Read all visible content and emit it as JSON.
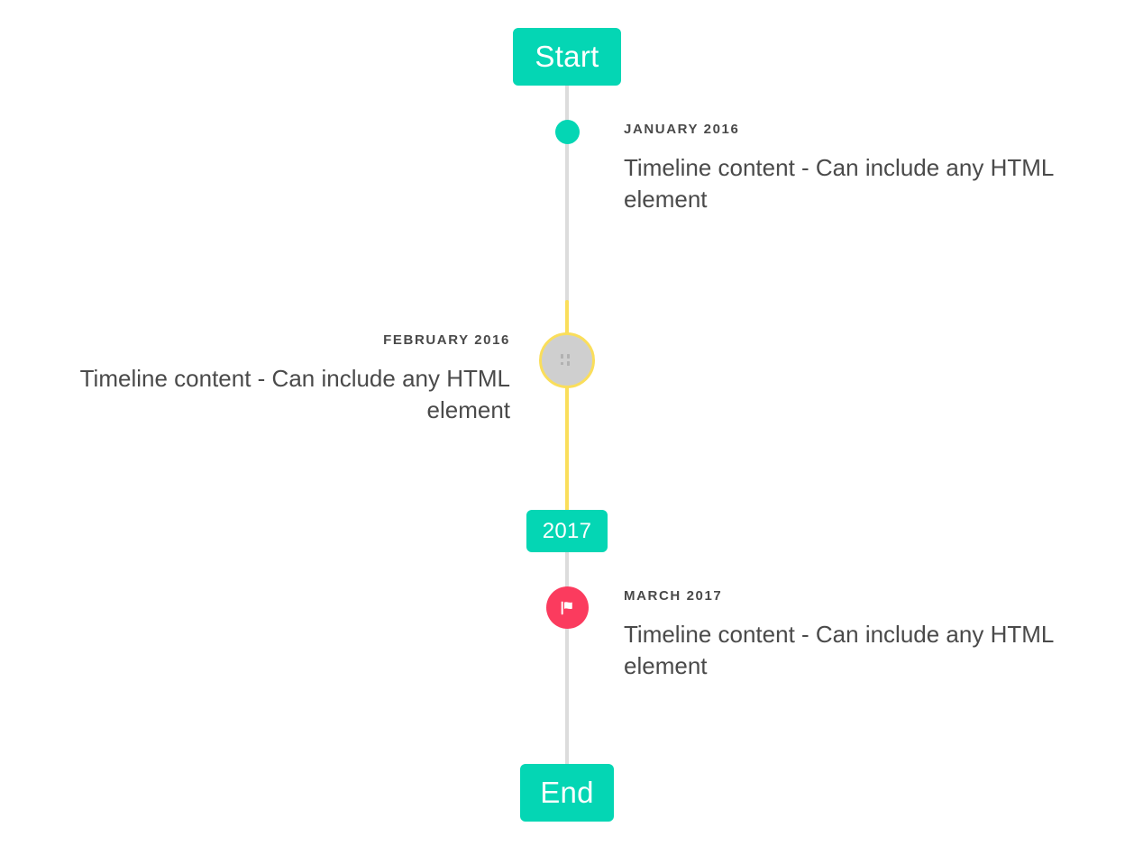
{
  "timeline": {
    "start_label": "Start",
    "end_label": "End",
    "year_divider_label": "2017",
    "colors": {
      "accent_teal": "#04d6b4",
      "accent_yellow": "#fade5b",
      "accent_pink": "#fb3b5e",
      "rail_grey": "#dcdcdc",
      "marker_grey": "#cfcfcf",
      "text": "#4a4a4a",
      "date_text": "#494949",
      "background": "#ffffff"
    },
    "markers": {
      "january_icon": "dot-icon",
      "february_icon": "dots-grid-icon",
      "march_icon": "flag-icon"
    },
    "entries": [
      {
        "date": "JANUARY 2016",
        "body": "Timeline content - Can include any HTML element",
        "side": "right"
      },
      {
        "date": "FEBRUARY 2016",
        "body": "Timeline content - Can include any HTML element",
        "side": "left"
      },
      {
        "date": "MARCH 2017",
        "body": "Timeline content - Can include any HTML element",
        "side": "right"
      }
    ]
  }
}
